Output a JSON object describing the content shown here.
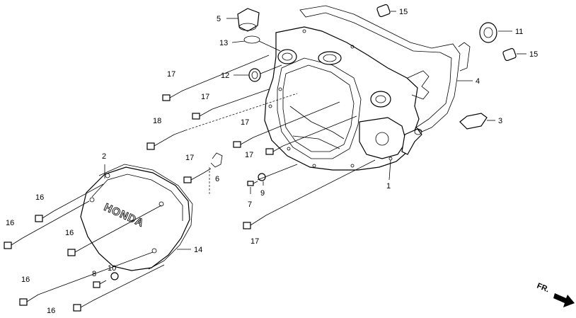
{
  "diagram": {
    "callouts": [
      {
        "id": "c5",
        "text": "5"
      },
      {
        "id": "c13",
        "text": "13"
      },
      {
        "id": "c15a",
        "text": "15"
      },
      {
        "id": "c11",
        "text": "11"
      },
      {
        "id": "c15b",
        "text": "15"
      },
      {
        "id": "c12",
        "text": "12"
      },
      {
        "id": "c17a",
        "text": "17"
      },
      {
        "id": "c17b",
        "text": "17"
      },
      {
        "id": "c4",
        "text": "4"
      },
      {
        "id": "c18",
        "text": "18"
      },
      {
        "id": "c3",
        "text": "3"
      },
      {
        "id": "c17c",
        "text": "17"
      },
      {
        "id": "c2",
        "text": "2"
      },
      {
        "id": "c17d",
        "text": "17"
      },
      {
        "id": "c17e",
        "text": "17"
      },
      {
        "id": "c6",
        "text": "6"
      },
      {
        "id": "c1",
        "text": "1"
      },
      {
        "id": "c9",
        "text": "9"
      },
      {
        "id": "c16a",
        "text": "16"
      },
      {
        "id": "c7",
        "text": "7"
      },
      {
        "id": "c16b",
        "text": "16"
      },
      {
        "id": "c16c",
        "text": "16"
      },
      {
        "id": "c17f",
        "text": "17"
      },
      {
        "id": "c14",
        "text": "14"
      },
      {
        "id": "c10",
        "text": "10"
      },
      {
        "id": "c8",
        "text": "8"
      },
      {
        "id": "c16d",
        "text": "16"
      },
      {
        "id": "c16e",
        "text": "16"
      }
    ],
    "cover_logo": "HONDA",
    "direction_label": "FR."
  }
}
